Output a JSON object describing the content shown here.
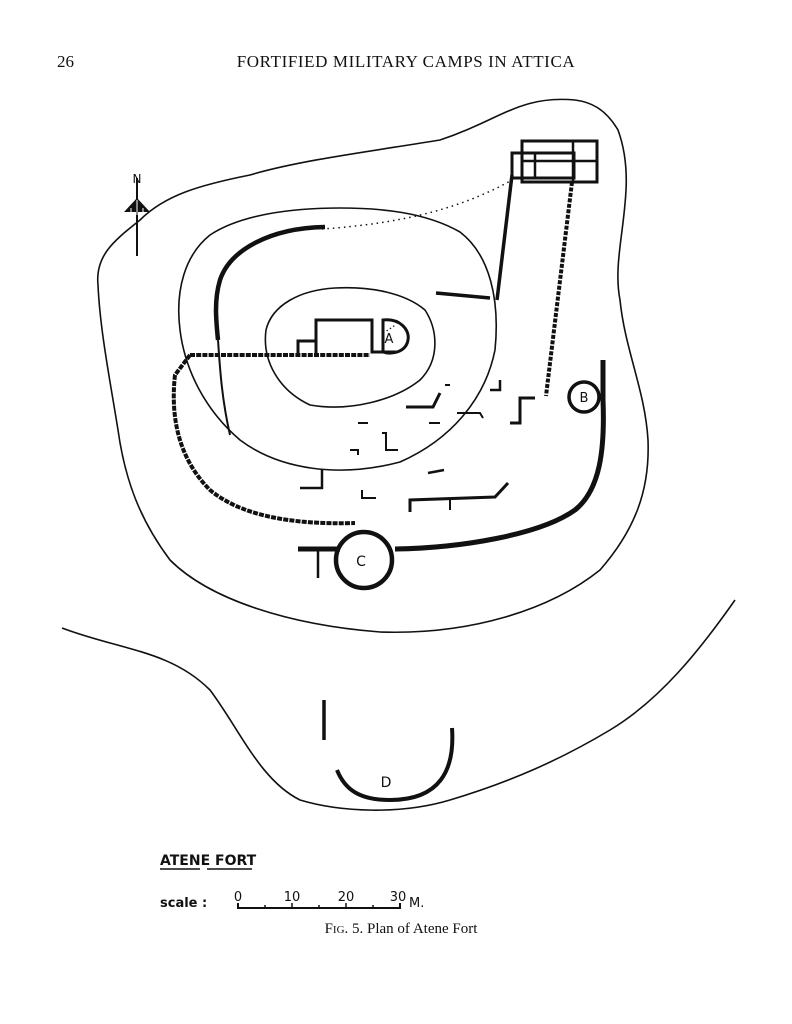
{
  "header": {
    "page_number": "26",
    "running_title": "FORTIFIED MILITARY CAMPS IN ATTICA"
  },
  "plan": {
    "north_label": "N",
    "labels": {
      "a": "A",
      "b": "B",
      "c": "C",
      "d": "D"
    },
    "title": "ATENE FORT",
    "scale_label": "scale :",
    "scale_ticks": [
      "0",
      "10",
      "20",
      "30"
    ],
    "scale_unit": "M."
  },
  "caption": {
    "fig": "Fig. 5.",
    "text": "Plan of Atene Fort"
  }
}
